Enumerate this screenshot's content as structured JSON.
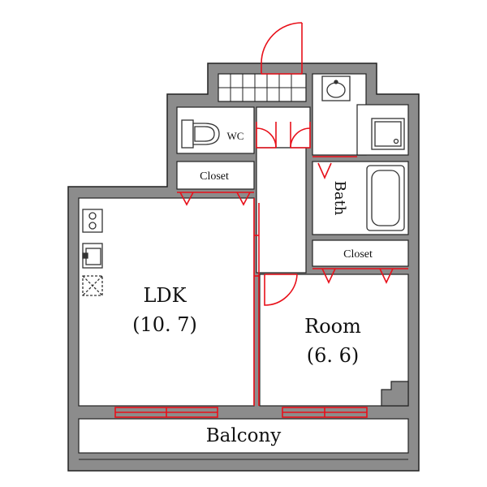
{
  "plan": {
    "rooms": {
      "ldk": {
        "name": "LDK",
        "size": "(10. 7)"
      },
      "room": {
        "name": "Room",
        "size": "(6. 6)"
      },
      "balcony": {
        "name": "Balcony"
      },
      "wc": {
        "name": "WC"
      },
      "bath": {
        "name": "Bath"
      },
      "closet_upper": {
        "name": "Closet"
      },
      "closet_lower": {
        "name": "Closet"
      }
    },
    "colors": {
      "wall": "#8c8c8c",
      "wall_outline": "#222222",
      "opening": "#e8101a",
      "fixture": "#333333",
      "floor": "#ffffff"
    }
  }
}
